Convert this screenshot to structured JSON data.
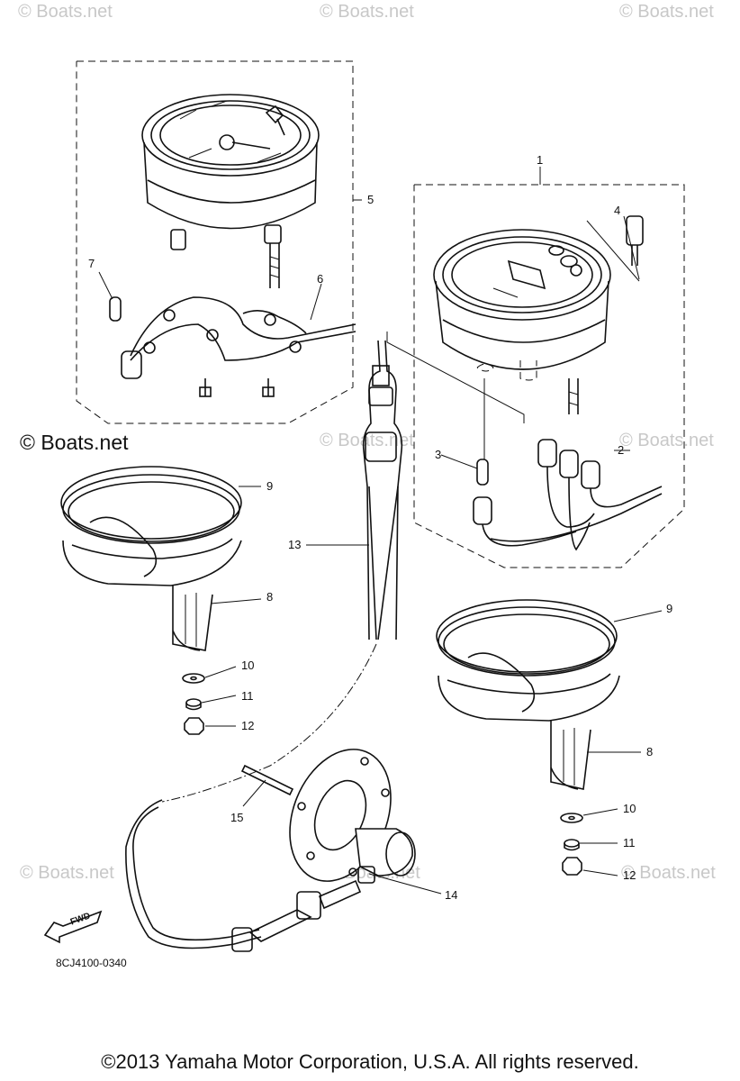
{
  "watermarks": {
    "text": "© Boats.net",
    "dark": "© Boats.net"
  },
  "callouts": [
    "1",
    "2",
    "3",
    "4",
    "5",
    "6",
    "7",
    "8",
    "9",
    "10",
    "11",
    "12",
    "13",
    "14",
    "15",
    "8",
    "9",
    "10",
    "11",
    "12"
  ],
  "diagram_code": "8CJ4100-0340",
  "fwd_label": "FWD",
  "copyright": "©2013 Yamaha Motor Corporation, U.S.A. All rights reserved.",
  "colors": {
    "line": "#111111",
    "watermark": "#c8c8c8",
    "background": "#ffffff"
  }
}
